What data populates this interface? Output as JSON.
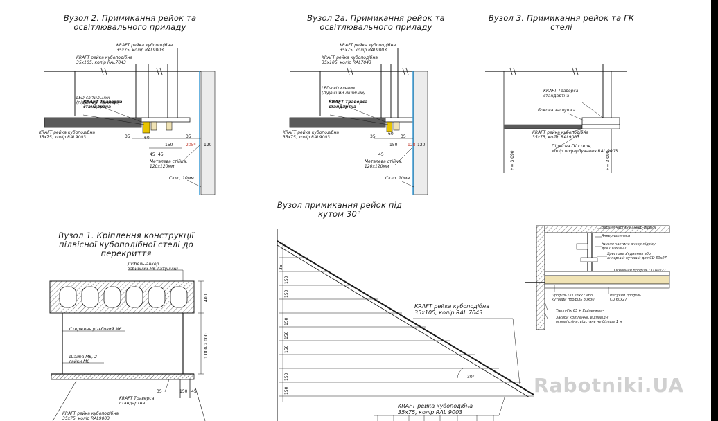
{
  "titles": {
    "node2": [
      "Вузол 2. Примикання рейок та",
      "освітлювального приладу"
    ],
    "node2a": [
      "Вузол 2а. Примикання рейок та",
      "освітлювального приладу"
    ],
    "node3": [
      "Вузол 3. Примикання рейок та ГК",
      "стелі"
    ],
    "node1": [
      "Вузол 1. Кріплення конструкції",
      "підвісної кубоподібної стелі до",
      "перекриття"
    ],
    "node30": [
      "Вузол примикання рейок під",
      "кутом 30°"
    ]
  },
  "labels": {
    "rail75_top": [
      "KRAFT рейка кубоподібна",
      "35x75, колір RAL9003"
    ],
    "rail105_top": [
      "KRAFT рейка кубоподібна",
      "35x105, колір RAL7043"
    ],
    "led": [
      "LED-світильник",
      "(підвісний лінійний)"
    ],
    "traverse": [
      "KRAFT Траверса",
      "стандартна"
    ],
    "rail75_bottom": [
      "KRAFT рейка кубоподібна",
      "35x75, колір RAL9003"
    ],
    "column": [
      "Металева стійка,",
      "120x120мм"
    ],
    "glass": "Скло, 10мм",
    "n3_traverse": [
      "KRAFT Траверса",
      "стандартна"
    ],
    "n3_side": "Бокова заглушка",
    "n3_rail": [
      "KRAFT рейка кубоподібна",
      "35x75, колір RAL9003"
    ],
    "n3_gk": [
      "Підвісна ГК стеля,",
      "колір пофарбування RAL 9003"
    ],
    "n3_h": "H= 3 090",
    "n1_anchor": [
      "Дюбель-анкер",
      "забивний М6 латунний"
    ],
    "n1_rod": "Стержень різьбовий М6",
    "n1_washer": [
      "Шайба М6, 2",
      "гайки М6"
    ],
    "n1_traverse": [
      "KRAFT Траверса",
      "стандартна"
    ],
    "n1_rail": [
      "KRAFT рейка кубоподібна",
      "35x75, колір RAL9003"
    ],
    "n1_dim_h": "400",
    "n1_dim_range": "1 000-2 000",
    "n30_rail105": [
      "KRAFT рейка кубоподібна",
      "35x105, колір RAL 7043"
    ],
    "n30_rail75": [
      "KRAFT рейка кубоподібна",
      "35x75, колір RAL 9003"
    ],
    "n30_angle": "30°",
    "det_upper": "Верхня частина анкер-підвісу",
    "det_anchor": "Анкер-шпилька",
    "det_lower": [
      "Нижня частина анкер-підвісу",
      "для CD 60x27"
    ],
    "det_cross": [
      "Хрестове з'єднання або",
      "анкерний кутовий для CD 60x27"
    ],
    "det_main": "Основний профіль CD 60x27",
    "det_ud": [
      "Профіль UD 28x27 або",
      "кутовий профіль 30x30"
    ],
    "det_bearing": [
      "Несучий профіль",
      "CD 60x27"
    ],
    "det_trenn": "Trenn-Fix 65 + Ущільнювач",
    "det_fix": [
      "Засоби кріплення, відповідні",
      "основі стіни, відстань не більше 1 м"
    ],
    "watermark": "Rabotniki.UA"
  },
  "dims": {
    "n2": [
      "35",
      "60",
      "45",
      "150",
      "45",
      "35",
      "205*",
      "120"
    ],
    "n2a": [
      "35",
      "60",
      "150",
      "45",
      "35",
      "128",
      "120"
    ],
    "n30_spacing": [
      "35",
      "150",
      "150",
      "150",
      "150",
      "150",
      "150",
      "150"
    ],
    "n1_bottom": [
      "35",
      "150",
      "45"
    ]
  },
  "colors": {
    "line": "#1a1a1a",
    "slab": "#555555",
    "glass": "#3a9bd5",
    "led": "#e8c400",
    "dim_red": "#c0392b",
    "wood": "#f0e3b5"
  }
}
